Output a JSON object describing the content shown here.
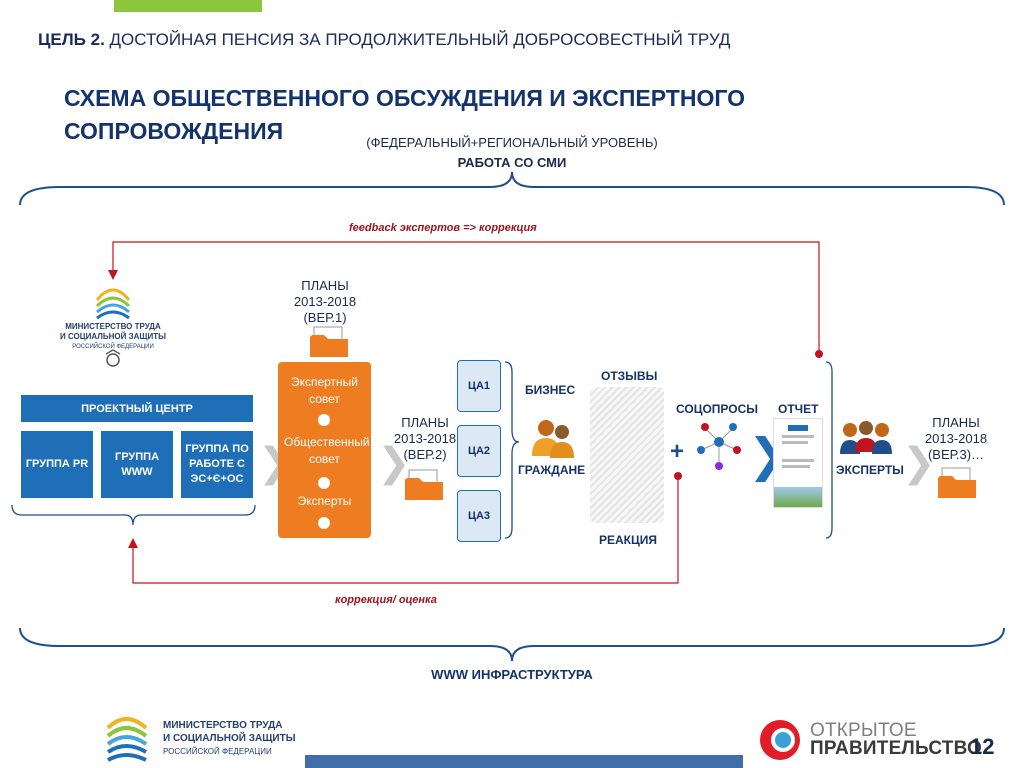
{
  "header": {
    "goal_prefix": "ЦЕЛЬ 2.",
    "goal_text": "ДОСТОЙНАЯ ПЕНСИЯ ЗА ПРОДОЛЖИТЕЛЬНЫЙ ДОБРОСОВЕСТНЫЙ ТРУД",
    "title_line1": "СХЕМА ОБЩЕСТВЕННОГО ОБСУЖДЕНИЯ И ЭКСПЕРТНОГО",
    "title_line2": "СОПРОВОЖДЕНИЯ",
    "level": "(ФЕДЕРАЛЬНЫЙ+РЕГИОНАЛЬНЫЙ УРОВЕНЬ)",
    "media": "РАБОТА СО СМИ"
  },
  "feedback_top": "feedback экспертов => коррекция",
  "feedback_bottom": "коррекция/ оценка",
  "ministry_logo": {
    "line1": "МИНИСТЕРСТВО ТРУДА",
    "line2": "И СОЦИАЛЬНОЙ ЗАЩИТЫ",
    "line3": "РОССИЙСКОЙ ФЕДЕРАЦИИ"
  },
  "left_block": {
    "center": "ПРОЕКТНЫЙ ЦЕНТР",
    "groups": [
      "ГРУППА PR",
      "ГРУППА WWW",
      "ГРУППА ПО РАБОТЕ С ЭС+Є+ОС"
    ]
  },
  "plans1": {
    "l1": "ПЛАНЫ",
    "l2": "2013-2018",
    "l3": "(ВЕР.1)"
  },
  "plans2": {
    "l1": "ПЛАНЫ",
    "l2": "2013-2018",
    "l3": "(ВЕР.2)"
  },
  "plans3": {
    "l1": "ПЛАНЫ",
    "l2": "2013-2018",
    "l3": "(ВЕР.3)…"
  },
  "orange_box": {
    "item1": "Экспертный совет",
    "item2": "Общественный совет",
    "item3": "Эксперты"
  },
  "ca": [
    "ЦА1",
    "ЦА2",
    "ЦА3"
  ],
  "labels": {
    "business": "БИЗНЕС",
    "citizens": "ГРАЖДАНЕ",
    "reviews": "ОТЗЫВЫ",
    "reaction": "РЕАКЦИЯ",
    "polls": "СОЦОПРОСЫ",
    "report": "ОТЧЕТ",
    "experts": "ЭКСПЕРТЫ",
    "plus": "+"
  },
  "infrastructure": "WWW ИНФРАСТРУКТУРА",
  "footer": {
    "og_line1": "ОТКРЫТОЕ",
    "og_line2": "ПРАВИТЕЛЬСТВО",
    "page": "12"
  },
  "colors": {
    "primary_blue": "#1f6fb8",
    "dark_blue": "#14336b",
    "orange": "#ee7d22",
    "red": "#a0141e",
    "green": "#8cc63f"
  },
  "icons": [
    "ministry-logo-icon",
    "document-folder-icon",
    "people-icon",
    "social-network-icon",
    "report-icon",
    "open-government-logo-icon"
  ]
}
